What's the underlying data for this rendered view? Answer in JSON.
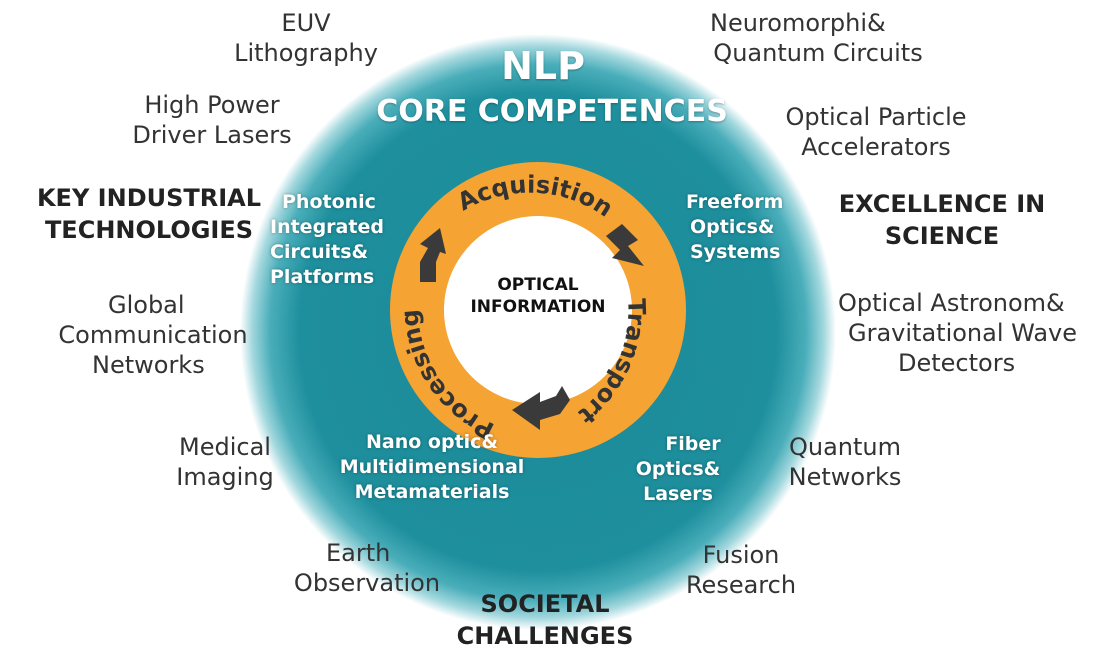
{
  "title": {
    "line1": "NLP",
    "line2": "CORE COMPETENCES"
  },
  "center": {
    "line1": "OPTICAL",
    "line2": "INFORMATION"
  },
  "ring_labels": [
    "Acquisition",
    "Transport",
    "Processing"
  ],
  "competences": {
    "photonic": [
      "Photonic",
      "Integrated",
      "Circuits&",
      "Platforms"
    ],
    "freeform": [
      "Freeform",
      "Optics&",
      "Systems"
    ],
    "nano": [
      "Nano optic&",
      "Multidimensional",
      "Metamaterials"
    ],
    "fiber": [
      "Fiber",
      "Optics&",
      "Lasers"
    ]
  },
  "categories": {
    "key_industrial": [
      "KEY INDUSTRIAL",
      "TECHNOLOGIES"
    ],
    "excellence": [
      "EXCELLENCE IN",
      "SCIENCE"
    ],
    "societal": [
      "SOCIETAL",
      "CHALLENGES"
    ]
  },
  "applications": {
    "euv": [
      "EUV",
      "Lithography"
    ],
    "high_power": [
      "High Power",
      "Driver Lasers"
    ],
    "global_comm": [
      "Global",
      "Communication",
      "Networks"
    ],
    "medical": [
      "Medical",
      "Imaging"
    ],
    "earth": [
      "Earth",
      "Observation"
    ],
    "neuromorphic": [
      "Neuromorphi&",
      "Quantum Circuits"
    ],
    "particle": [
      "Optical Particle",
      "Accelerators"
    ],
    "astronomy": [
      "Optical Astronom&",
      "Gravitational Wave",
      "Detectors"
    ],
    "quantum_net": [
      "Quantum",
      "Networks"
    ],
    "fusion": [
      "Fusion",
      "Research"
    ]
  },
  "colors": {
    "teal": "#1e8e9c",
    "orange": "#f5a332",
    "arrow": "#3a3a3a",
    "text": "#333333"
  }
}
